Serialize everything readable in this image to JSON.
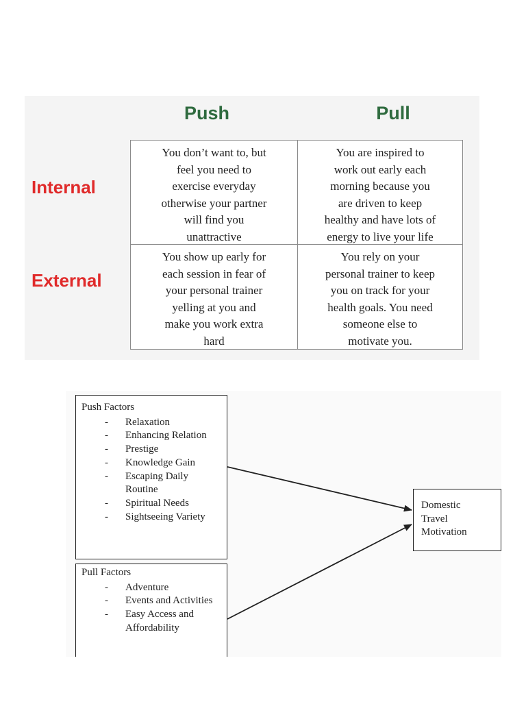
{
  "matrix": {
    "columns": [
      "Push",
      "Pull"
    ],
    "rows": [
      "Internal",
      "External"
    ],
    "cells": {
      "internal_push": [
        "You don’t want to, but",
        "feel you need to",
        "exercise everyday",
        "otherwise your partner",
        "will find you",
        "unattractive"
      ],
      "internal_pull": [
        "You are inspired to",
        "work out early each",
        "morning because you",
        "are driven to keep",
        "healthy and have lots of",
        "energy to live your life"
      ],
      "external_push": [
        "You show up early for",
        "each session in fear of",
        "your personal trainer",
        "yelling at you and",
        "make you work extra",
        "hard"
      ],
      "external_pull": [
        "You rely on your",
        "personal trainer to keep",
        "you on track for your",
        "health goals. You need",
        "someone else to",
        "motivate you."
      ]
    }
  },
  "flow": {
    "push_box": {
      "title": "Push Factors",
      "items": [
        "Relaxation",
        "Enhancing Relation",
        "Prestige",
        "Knowledge Gain",
        "Escaping Daily Routine",
        "Spiritual Needs",
        "Sightseeing Variety"
      ]
    },
    "pull_box": {
      "title": "Pull Factors",
      "items": [
        "Adventure",
        "Events and Activities",
        "Easy Access and Affordability"
      ]
    },
    "target_box": {
      "lines": [
        "Domestic",
        "Travel",
        "Motivation"
      ]
    }
  },
  "colors": {
    "column_header": "#2f6b3f",
    "row_header": "#e02a2a",
    "border": "#8a8a8a",
    "line": "#222222"
  }
}
